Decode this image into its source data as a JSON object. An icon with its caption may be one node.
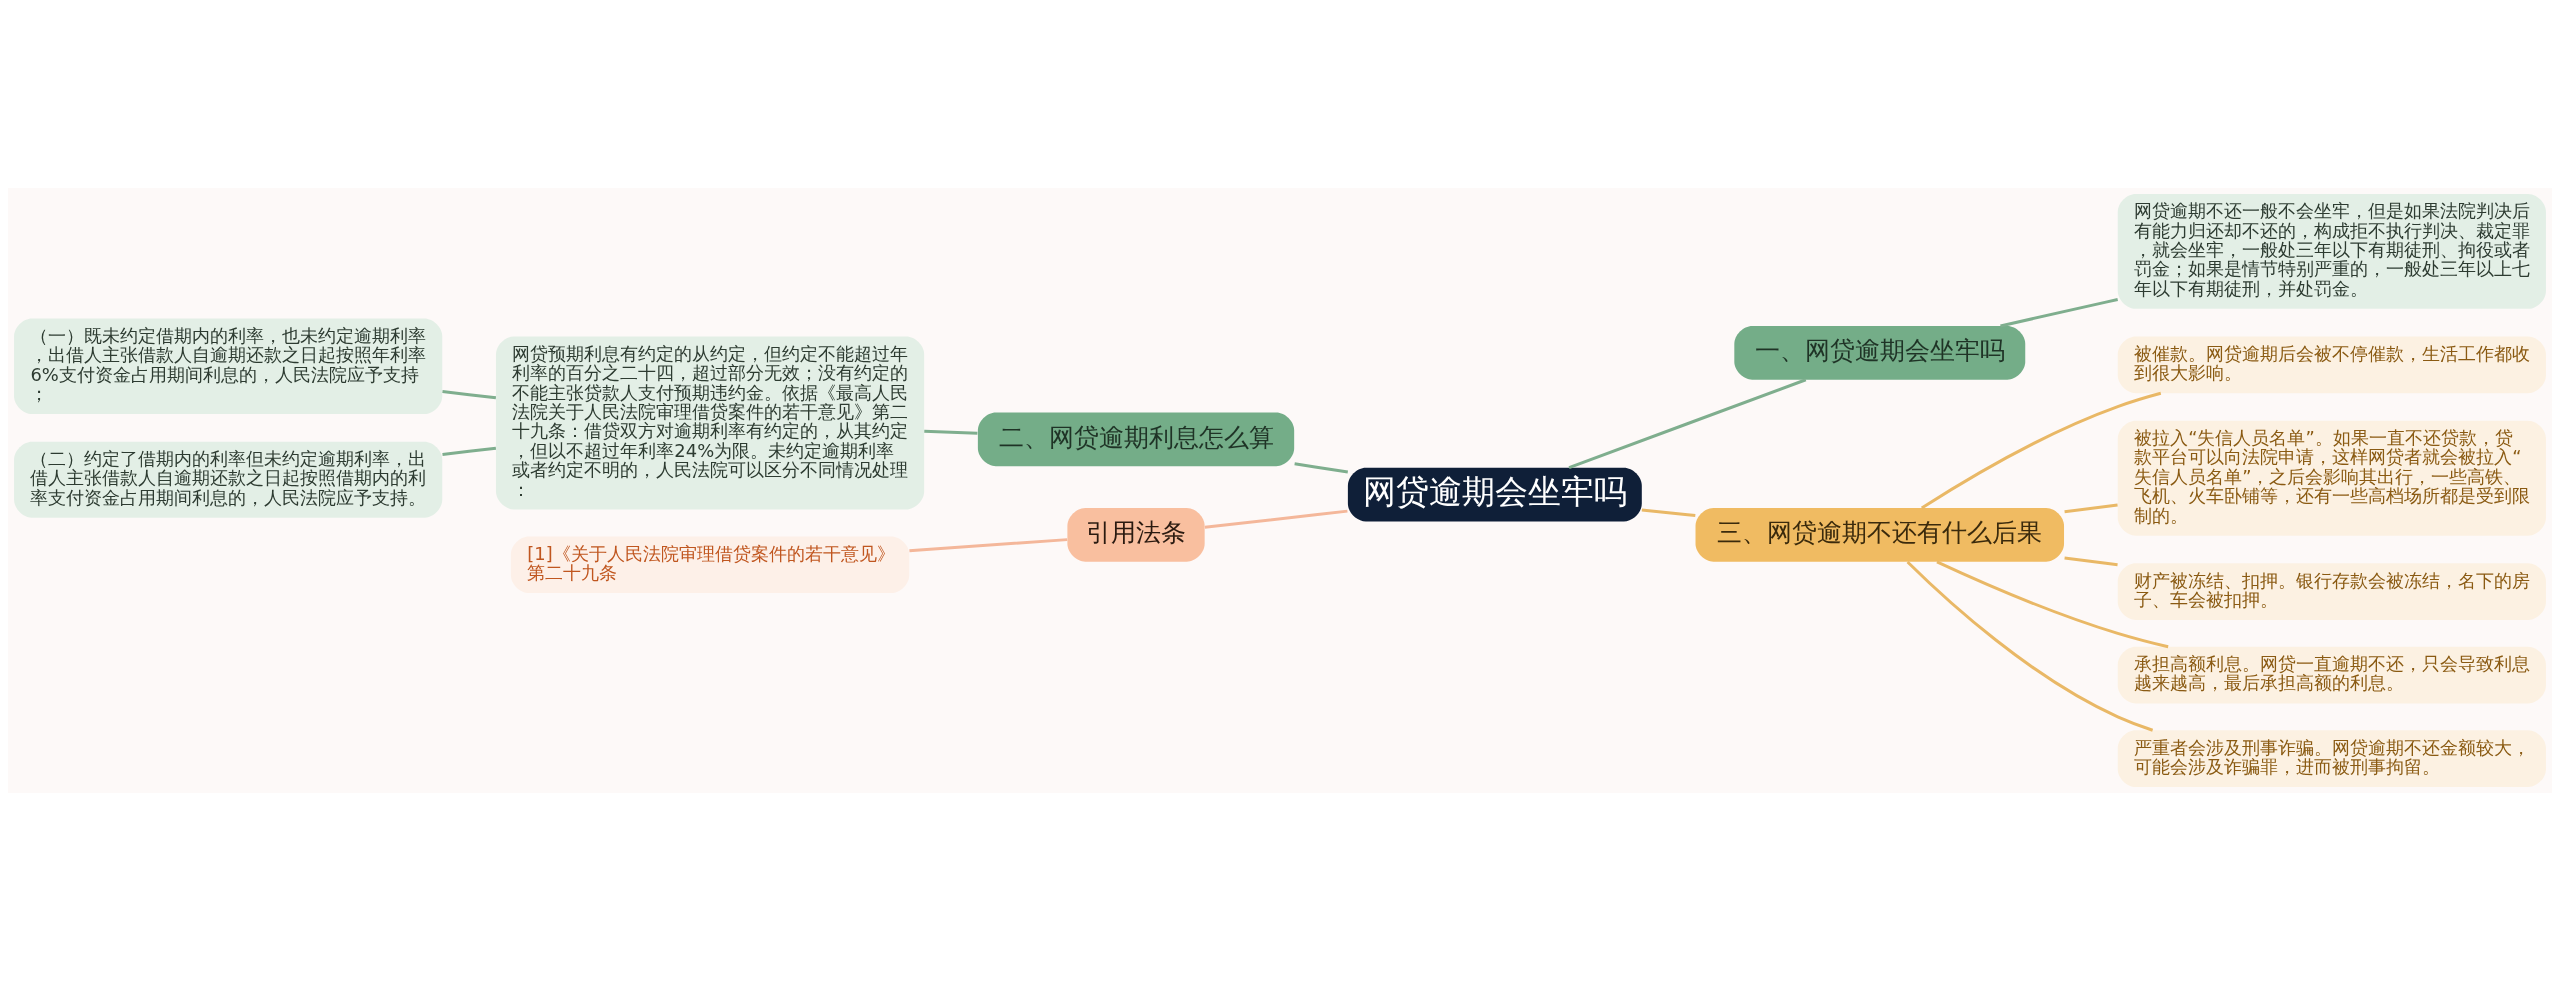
{
  "diagram": {
    "nodes": [
      {
        "text": [
          "网贷逾期会坐牢吗"
        ]
      },
      {
        "text": [
          "一、网贷逾期会坐牢吗"
        ]
      },
      {
        "text": [
          "网贷逾期不还一般不会坐牢，但是如果法院判决后有能力归还却不还的，构成拒不执行判决、裁定罪，就会坐牢，一般处三年以下有期徒刑、拘役或者罚金；如果是情节特别严重的，一般处三年以上七年以下有期徒刑，并处罚金。"
        ]
      },
      {
        "text": [
          "三、网贷逾期不还有什么后果"
        ]
      },
      {
        "text": [
          "被催款。网贷逾期后会被不停催款，生活工作都收到很大影响。"
        ]
      },
      {
        "text": [
          "被拉入“失信人员名单”。如果一直不还贷款，贷款平台可以向法院申请，这样网贷者就会被拉入“失信人员名单”，之后会影响其出行，一些高铁、飞机、火车卧铺等，还有一些高档场所都是受到限制的。"
        ]
      },
      {
        "text": [
          "财产被冻结、扣押。银行存款会被冻结，名下的房子、车会被扣押。"
        ]
      },
      {
        "text": [
          "承担高额利息。网贷一直逾期不还，只会导致利息越来越高，最后承担高额的利息。"
        ]
      },
      {
        "text": [
          "严重者会涉及刑事诈骗。网贷逾期不还金额较大，可能会涉及诈骗罪，进而被刑事拘留。"
        ]
      },
      {
        "text": [
          "二、网贷逾期利息怎么算"
        ]
      },
      {
        "text": [
          "网贷预期利息有约定的从约定，但约定不能超过年利率的百分之二十四，超过部分无效；没有约定的不能主张贷款人支付预期违约金。依据《最高人民法院关于人民法院审理借贷案件的若干意见》第二十九条：借贷双方对逾期利率有约定的，从其约定，但以不超过年利率24%为限。未约定逾期利率或者约定不明的，人民法院可以区分不同情况处理："
        ]
      },
      {
        "text": [
          "（一）既未约定借期内的利率，也未约定逾期利率，出借人主张借款人自逾期还款之日起按照年利率6%支付资金占用期间利息的，人民法院应予支持；"
        ]
      },
      {
        "text": [
          "（二）约定了借期内的利率但未约定逾期利率，出借人主张借款人自逾期还款之日起按照借期内的利率支付资金占用期间利息的，人民法院应予支持。"
        ]
      },
      {
        "text": [
          "引用法条"
        ]
      },
      {
        "text": [
          "[1]《关于人民法院审理借贷案件的若干意见》第二十九条"
        ]
      }
    ],
    "edges": [
      {
        "from": 0,
        "to": 1,
        "arrow": "none",
        "color": "#7fae8e"
      },
      {
        "from": 1,
        "to": 2,
        "arrow": "none",
        "color": "#7fae8e"
      },
      {
        "from": 0,
        "to": 3,
        "arrow": "none",
        "color": "#e9b866"
      },
      {
        "from": 3,
        "to": 4,
        "arrow": "none",
        "color": "#e9b866"
      },
      {
        "from": 3,
        "to": 5,
        "arrow": "none",
        "color": "#e9b866"
      },
      {
        "from": 3,
        "to": 6,
        "arrow": "none",
        "color": "#e9b866"
      },
      {
        "from": 3,
        "to": 7,
        "arrow": "none",
        "color": "#e9b866"
      },
      {
        "from": 3,
        "to": 8,
        "arrow": "none",
        "color": "#e9b866"
      },
      {
        "from": 9,
        "to": 0,
        "arrow": "none",
        "color": "#7fae8e"
      },
      {
        "from": 10,
        "to": 9,
        "arrow": "none",
        "color": "#7fae8e"
      },
      {
        "from": 11,
        "to": 10,
        "arrow": "none",
        "color": "#7fae8e"
      },
      {
        "from": 12,
        "to": 10,
        "arrow": "none",
        "color": "#7fae8e"
      },
      {
        "from": 13,
        "to": 0,
        "arrow": "none",
        "color": "#f4b79a"
      },
      {
        "from": 14,
        "to": 13,
        "arrow": "none",
        "color": "#f4b79a"
      }
    ]
  }
}
